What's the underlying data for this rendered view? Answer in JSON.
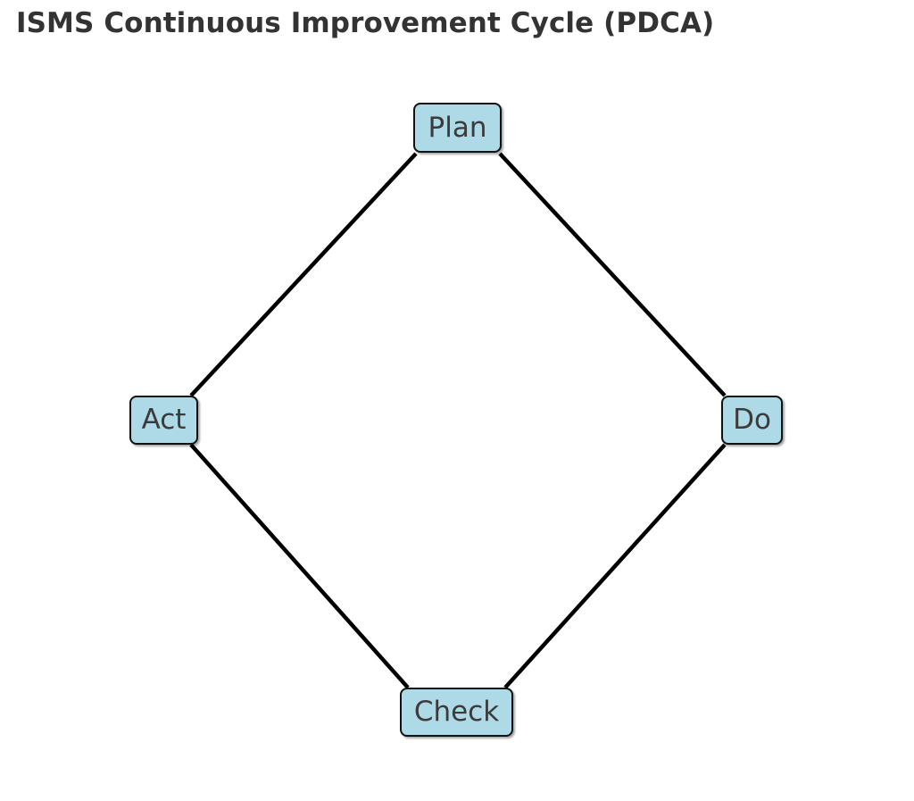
{
  "page": {
    "title": "ISMS Continuous Improvement Cycle (PDCA)",
    "background_color": "#ffffff"
  },
  "diagram": {
    "type": "cycle-diagram",
    "shape": "diamond",
    "node_fill_color": "#aed9e6",
    "node_border_color": "#111111",
    "node_text_color": "#3b3b3b",
    "edge_color": "#000000",
    "nodes": [
      {
        "id": "plan",
        "label": "Plan",
        "position": "top"
      },
      {
        "id": "do",
        "label": "Do",
        "position": "right"
      },
      {
        "id": "check",
        "label": "Check",
        "position": "bottom"
      },
      {
        "id": "act",
        "label": "Act",
        "position": "left"
      }
    ],
    "edges": [
      {
        "from": "Plan",
        "to": "Do"
      },
      {
        "from": "Do",
        "to": "Check"
      },
      {
        "from": "Check",
        "to": "Act"
      },
      {
        "from": "Act",
        "to": "Plan"
      }
    ]
  }
}
